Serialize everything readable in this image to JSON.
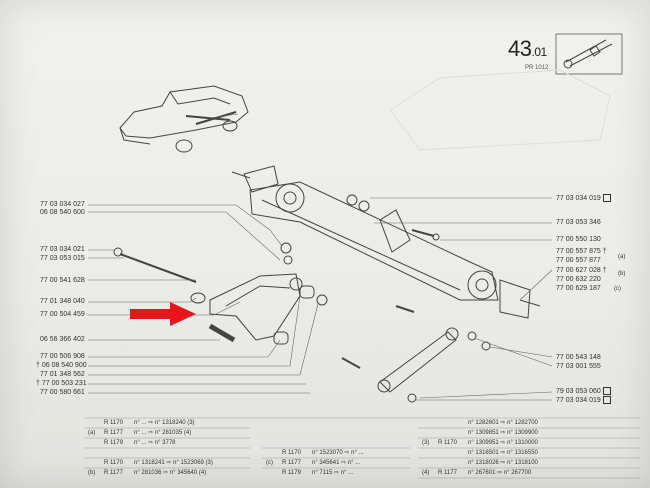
{
  "header": {
    "page_number": "43",
    "page_sub": ".01",
    "page_code": "PR 1012"
  },
  "left_refs": [
    "77 03 034 027",
    "06 08 540 600",
    "77 03 034 021",
    "77 03 053 015",
    "77 00 541 628",
    "77 01 348 040",
    "77 00 504 459",
    "06 56 366 402",
    "77 00 506 908",
    "06 08 540 900",
    "77 01 348 562",
    "77 00 503 231",
    "77 00 580 661"
  ],
  "right_refs": {
    "r1": "77 03 034 019",
    "r2": "77 03 053 346",
    "r3": "77 00 550 130",
    "r4": "77 00 557 875",
    "r5": "77 00 557 877",
    "r6": "77 00 627 028",
    "r7": "77 00 632 220",
    "r8": "77 00 629 187",
    "r9": "77 00 543 148",
    "r10": "77 03 001 555",
    "r11": "79 03 053 060",
    "r12": "77 03 034 019",
    "tag_a": "(a)",
    "tag_b": "(b)",
    "tag_c": "(c)"
  },
  "table": {
    "left": [
      {
        "tag": "",
        "model": "R 1170",
        "text": "n° ... ⇨ n° 1318240 (3)"
      },
      {
        "tag": "(a)",
        "model": "R 1177",
        "text": "n° ... ⇨ n° 281035 (4)"
      },
      {
        "tag": "",
        "model": "R 1179",
        "text": "n° ... ⇨ n° 3778"
      },
      {
        "tag": "",
        "model": "R 1170",
        "text": "n° 1318241 ⇨ n° 1523069 (3)"
      },
      {
        "tag": "(b)",
        "model": "R 1177",
        "text": "n° 281036 ⇨ n° 345640 (4)"
      }
    ],
    "middle": [
      {
        "tag": "",
        "model": "R 1170",
        "text": "n° 1523070 ⇨ n° ..."
      },
      {
        "tag": "(c)",
        "model": "R 1177",
        "text": "n° 345641 ⇨ n° ..."
      },
      {
        "tag": "",
        "model": "R 1179",
        "text": "n° 7115 ⇨ n° ..."
      }
    ],
    "right": [
      {
        "tag": "",
        "model": "",
        "text": "n° 1282601 ⇨ n° 1282700"
      },
      {
        "tag": "",
        "model": "",
        "text": "n° 1309851 ⇨ n° 1309900"
      },
      {
        "tag": "(3)",
        "model": "R 1170",
        "text": "n° 1309951 ⇨ n° 1310000"
      },
      {
        "tag": "",
        "model": "",
        "text": "n° 1316501 ⇨ n° 1316550"
      },
      {
        "tag": "",
        "model": "",
        "text": "n° 1318026 ⇨ n° 1318100"
      },
      {
        "tag": "(4)",
        "model": "R 1177",
        "text": "n° 267601 ⇨ n° 267700"
      }
    ]
  },
  "colors": {
    "arrow": "#e8151b",
    "ink": "#333333"
  }
}
